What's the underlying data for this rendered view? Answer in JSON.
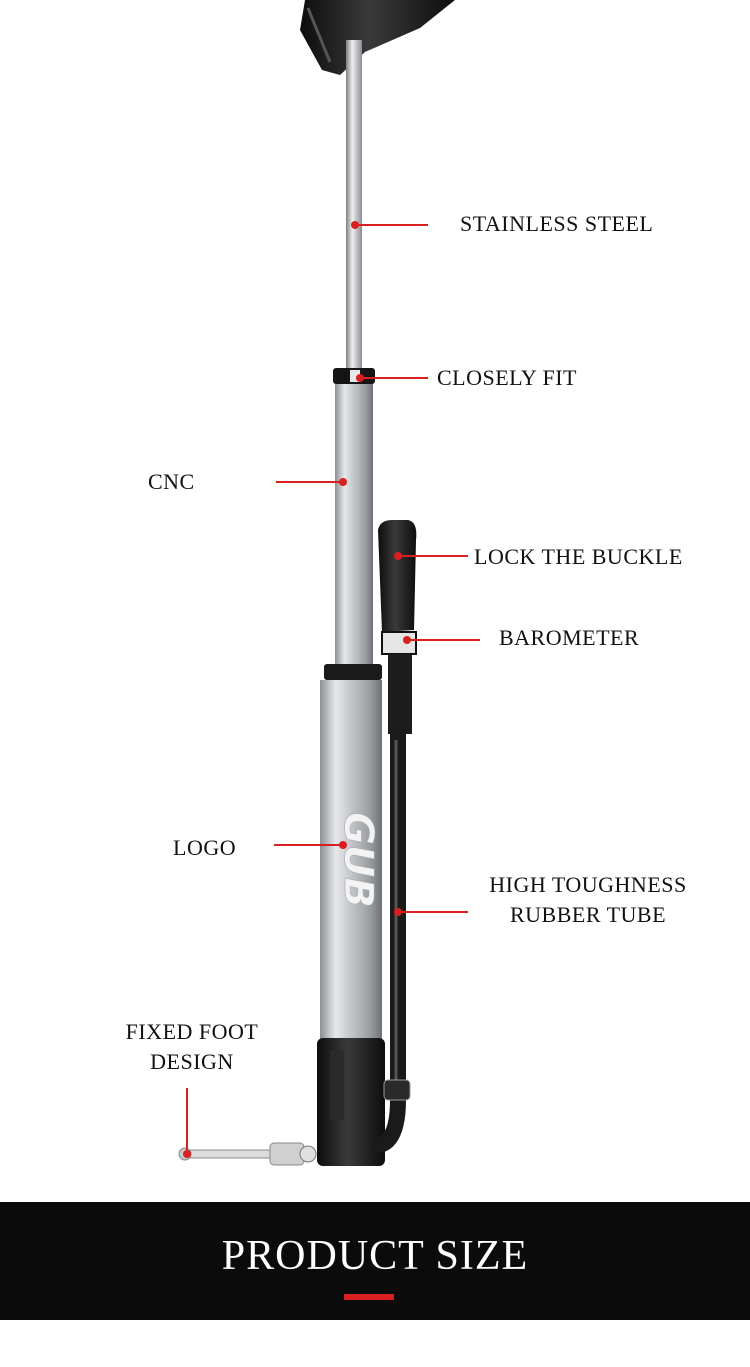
{
  "callouts": {
    "stainless_steel": "STAINLESS STEEL",
    "closely_fit": "CLOSELY FIT",
    "cnc": "CNC",
    "lock_buckle": "LOCK THE BUCKLE",
    "barometer": "BAROMETER",
    "logo": "LOGO",
    "rubber_tube_line1": "HIGH TOUGHNESS",
    "rubber_tube_line2": "RUBBER TUBE",
    "fixed_foot_line1": "FIXED FOOT",
    "fixed_foot_line2": "DESIGN"
  },
  "banner": {
    "title": "PRODUCT SIZE"
  },
  "colors": {
    "accent": "#d91f1f",
    "banner_bg": "#0b0b0b",
    "banner_text": "#ffffff",
    "pump_silver": "#c9cbcd",
    "pump_black": "#1a1a1a"
  },
  "product": {
    "logo_text": "GUB"
  }
}
